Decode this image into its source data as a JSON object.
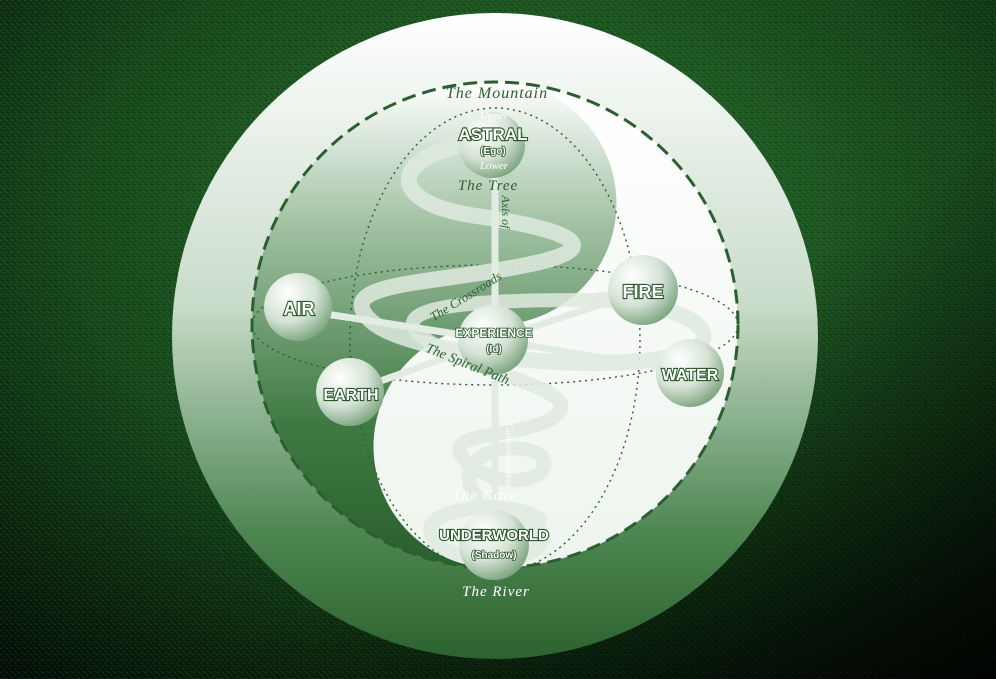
{
  "colors": {
    "background_dark": "#06180a",
    "background_green": "#1c5a22",
    "disc_dark": "#2f6a33",
    "disc_light": "#ffffff",
    "line": "#2c5f30"
  },
  "labels": {
    "mountain": "The Mountain",
    "upper": "Upper",
    "astral": "ASTRAL",
    "ego": "(Ego)",
    "lower": "Lower",
    "tree": "The Tree",
    "axis_of": "Axis of",
    "crossroads": "The Crossroads",
    "air": "AIR",
    "fire": "FIRE",
    "experience": "EXPERIENCE",
    "id": "(Id)",
    "spiral_path": "The Spiral Path",
    "earth": "EARTH",
    "water": "WATER",
    "consciousness": "Consciousness",
    "cave": "The Cave",
    "underworld": "UNDERWORLD",
    "shadow": "(Shadow)",
    "river": "The River"
  }
}
